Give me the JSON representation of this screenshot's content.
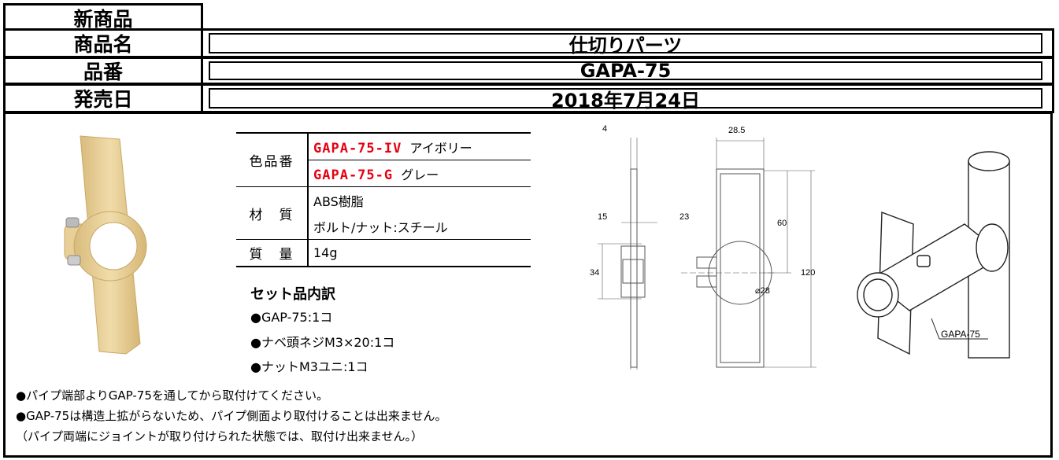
{
  "header": {
    "new_label": "新商品",
    "name_label": "商品名",
    "name_value": "仕切りパーツ",
    "code_label": "品番",
    "code_value": "GAPA-75",
    "date_label": "発売日",
    "date_value": "2018年7月24日"
  },
  "spec": {
    "color_label": "色品番",
    "colors": [
      {
        "code": "GAPA-75-IV",
        "name": "アイボリー"
      },
      {
        "code": "GAPA-75-G",
        "name": "グレー"
      }
    ],
    "material_label": "材　質",
    "materials": [
      "ABS樹脂",
      "ボルト/ナット:スチール"
    ],
    "weight_label": "質　量",
    "weight_value": "14g"
  },
  "set": {
    "title": "セット品内訳",
    "items": [
      "●GAP-75:1コ",
      "●ナベ頭ネジM3×20:1コ",
      "●ナットM3ユニ:1コ"
    ]
  },
  "notes": [
    "●パイプ端部よりGAP-75を通してから取付けてください。",
    "●GAP-75は構造上拡がらないため、パイプ側面より取付けることは出来ません。",
    "（パイプ両端にジョイントが取り付けられた状態では、取付け出来ません。）"
  ],
  "drawing": {
    "dim_4": "4",
    "dim_28_5": "28.5",
    "dim_15": "15",
    "dim_23": "23",
    "dim_60": "60",
    "dim_34": "34",
    "dim_120": "120",
    "dim_phi28": "⌀28",
    "part_label": "GAPA-75"
  },
  "colors": {
    "product": "#ecd39c",
    "accent_red": "#e60012"
  }
}
